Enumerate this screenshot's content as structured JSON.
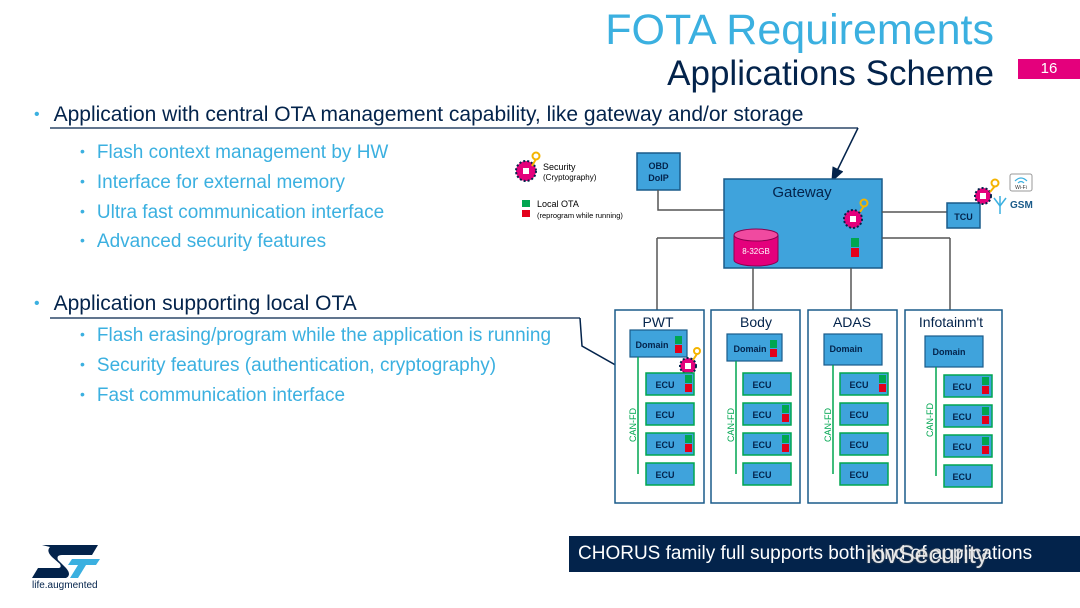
{
  "header": {
    "title": "FOTA Requirements",
    "subtitle": "Applications Scheme",
    "page_number": "16"
  },
  "section1": {
    "heading": "Application with central OTA management capability, like gateway and/or storage",
    "items": [
      "Flash context management by HW",
      "Interface for external memory",
      "Ultra fast communication interface",
      "Advanced security features"
    ]
  },
  "section2": {
    "heading": "Application supporting local OTA",
    "items": [
      "Flash erasing/program while the application is running",
      "Security features (authentication, cryptography)",
      "Fast communication interface"
    ]
  },
  "diagram": {
    "legend": {
      "security_title": "Security",
      "security_sub": "(Cryptography)",
      "ota_title": "Local OTA",
      "ota_sub": "(reprogram while running)"
    },
    "obd": {
      "line1": "OBD",
      "line2": "DoIP"
    },
    "gateway": {
      "label": "Gateway",
      "storage": "8-32GB"
    },
    "tcu": {
      "label": "TCU",
      "wifi": "Wi-Fi",
      "gsm": "GSM"
    },
    "can_label": "CAN-FD",
    "domain_label": "Domain",
    "ecu_label": "ECU",
    "columns": [
      {
        "name": "PWT"
      },
      {
        "name": "Body"
      },
      {
        "name": "ADAS"
      },
      {
        "name": "Infotainm't"
      }
    ]
  },
  "footer": {
    "text": "CHORUS family full supports both kind of applications",
    "watermark": "iovSecurity",
    "logo_text": "ST",
    "tagline": "life.augmented"
  },
  "colors": {
    "accent_blue": "#3bb0e0",
    "navy": "#03234b",
    "magenta": "#e4007c",
    "box_blue": "#3fa3dc",
    "ota_green": "#00a650",
    "ota_red": "#e3001b"
  }
}
